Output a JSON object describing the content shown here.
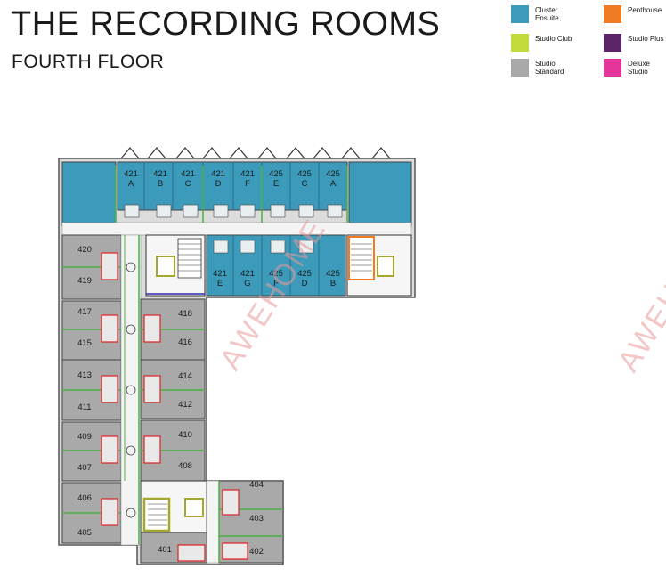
{
  "title": "THE RECORDING ROOMS",
  "subtitle": "FOURTH FLOOR",
  "legend": [
    {
      "label": "Cluster Ensuite",
      "color": "#3c9bbb"
    },
    {
      "label": "Penthouse",
      "color": "#f07b22"
    },
    {
      "label": "Studio Club",
      "color": "#c5da3d"
    },
    {
      "label": "Studio Plus",
      "color": "#5b2466"
    },
    {
      "label": "Studio Standard",
      "color": "#a9a9a9"
    },
    {
      "label": "Deluxe Studio",
      "color": "#e5359b"
    }
  ],
  "watermark": "AWEHOME",
  "rooms": {
    "r421a": "421 A",
    "r421b": "421 B",
    "r421c": "421 C",
    "r421d": "421 D",
    "r421f": "421 F",
    "r425e": "425 E",
    "r425c": "425 C",
    "r425a": "425 A",
    "r421e": "421 E",
    "r421g": "421 G",
    "r425f": "425 F",
    "r425d": "425 D",
    "r425b": "425 B",
    "r420": "420",
    "r419": "419",
    "r417": "417",
    "r415": "415",
    "r413": "413",
    "r411": "411",
    "r409": "409",
    "r407": "407",
    "r406": "406",
    "r405": "405",
    "r418": "418",
    "r416": "416",
    "r414": "414",
    "r412": "412",
    "r410": "410",
    "r408": "408",
    "r401": "401",
    "r404": "404",
    "r403": "403",
    "r402": "402"
  }
}
